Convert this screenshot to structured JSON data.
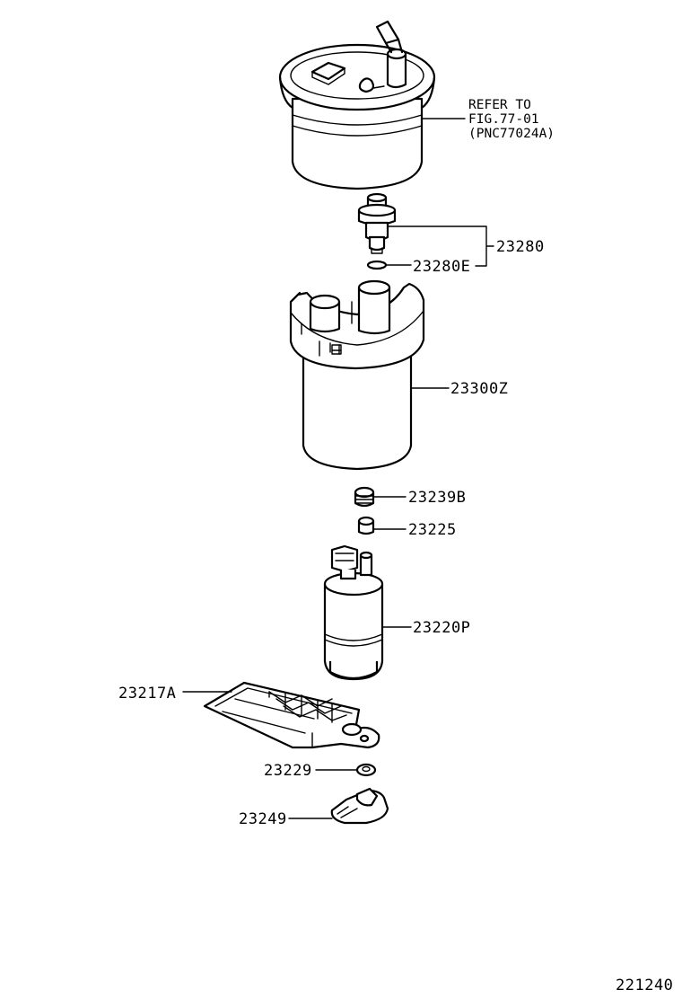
{
  "note": {
    "line1": "REFER TO",
    "line2": "FIG.77-01",
    "line3": "(PNC77024A)"
  },
  "parts": {
    "p23280": "23280",
    "p23280E": "23280E",
    "p23300Z": "23300Z",
    "p23239B": "23239B",
    "p23225": "23225",
    "p23220P": "23220P",
    "p23217A": "23217A",
    "p23229": "23229",
    "p23249": "23249"
  },
  "figure_number": "221240"
}
